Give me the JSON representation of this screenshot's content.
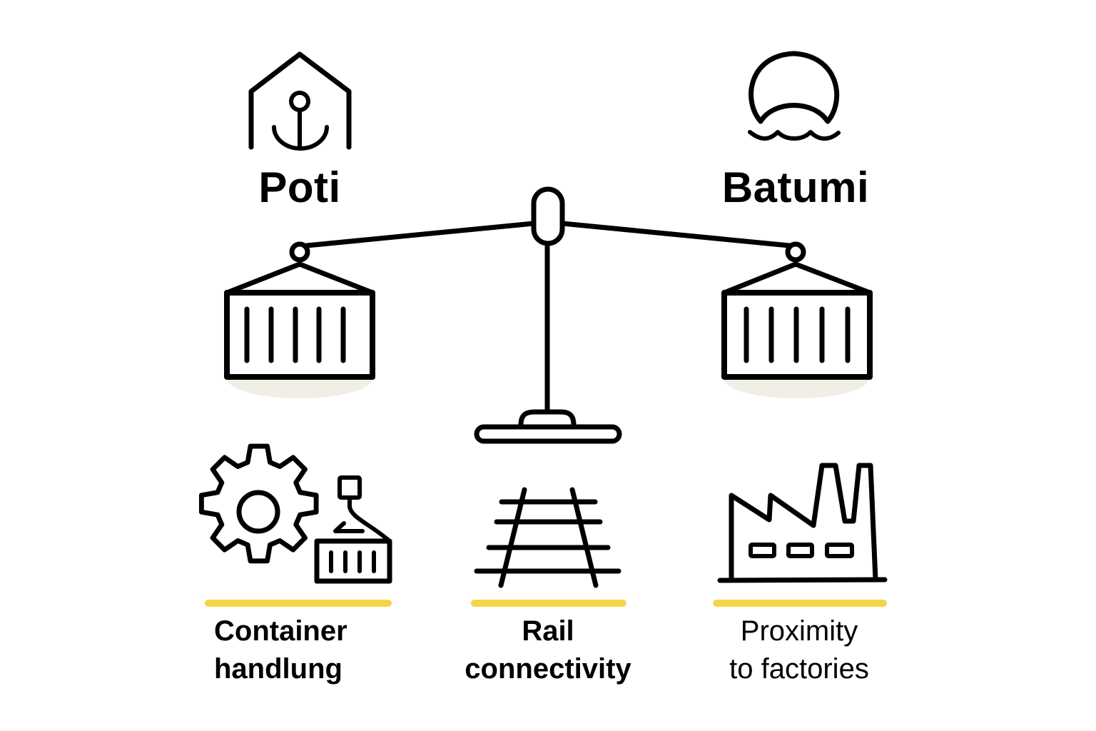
{
  "title": "Poti vs Batumi port comparison",
  "colors": {
    "accent_yellow": "#F5D547",
    "stroke": "#000000",
    "shadow": "#F1EEE6",
    "background": "#FFFFFF"
  },
  "ports": [
    {
      "name": "Poti",
      "icon": "anchor-house-icon"
    },
    {
      "name": "Batumi",
      "icon": "sun-over-waves-icon"
    }
  ],
  "balance": {
    "icon": "balance-scale-icon",
    "left_load": "container-icon",
    "right_load": "container-icon"
  },
  "factors": [
    {
      "line1": "Container",
      "line2": "handlung",
      "icon": "gear-crane-container-icon"
    },
    {
      "line1": "Rail",
      "line2": "connectivity",
      "icon": "railway-track-icon"
    },
    {
      "line1": "Proximity",
      "line2": "to factories",
      "icon": "factory-icon"
    }
  ]
}
